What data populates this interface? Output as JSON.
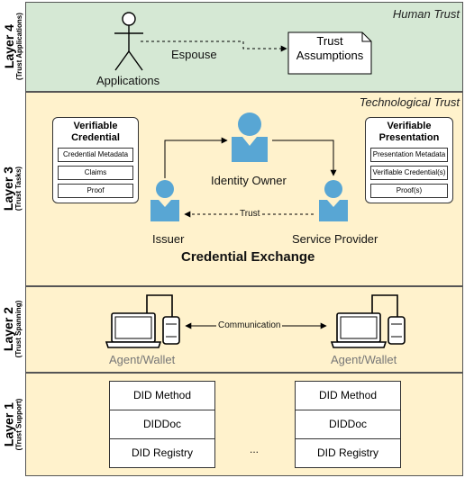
{
  "layers": [
    {
      "title": "Layer 4",
      "subtitle": "(Trust Applications)"
    },
    {
      "title": "Layer 3",
      "subtitle": "(Trust Tasks)"
    },
    {
      "title": "Layer 2",
      "subtitle": "(Trust Spanning)"
    },
    {
      "title": "Layer 1",
      "subtitle": "(Trust Support)"
    }
  ],
  "layer4": {
    "header": "Human Trust",
    "applications_label": "Applications",
    "espouse_label": "Espouse",
    "trust_assumptions": [
      "Trust",
      "Assumptions"
    ]
  },
  "layer3": {
    "header": "Technological Trust",
    "credential": {
      "title": [
        "Verifiable",
        "Credential"
      ],
      "items": [
        "Credential Metadata",
        "Claims",
        "Proof"
      ]
    },
    "presentation": {
      "title": [
        "Verifiable",
        "Presentation"
      ],
      "items": [
        "Presentation Metadata",
        "Verifiable Credential(s)",
        "Proof(s)"
      ]
    },
    "identity_owner": "Identity Owner",
    "issuer": "Issuer",
    "service_provider": "Service Provider",
    "trust_label": "Trust",
    "exchange_label": "Credential Exchange"
  },
  "layer2": {
    "communication_label": "Communication",
    "agent_left": "Agent/Wallet",
    "agent_right": "Agent/Wallet"
  },
  "layer1": {
    "stack_left": [
      "DID Method",
      "DIDDoc",
      "DID Registry"
    ],
    "stack_right": [
      "DID Method",
      "DIDDoc",
      "DID Registry"
    ],
    "ellipsis": "..."
  },
  "colors": {
    "person": "#58a6d4",
    "green_band": "#d5e8d4",
    "yellow_band": "#fff2cc"
  }
}
